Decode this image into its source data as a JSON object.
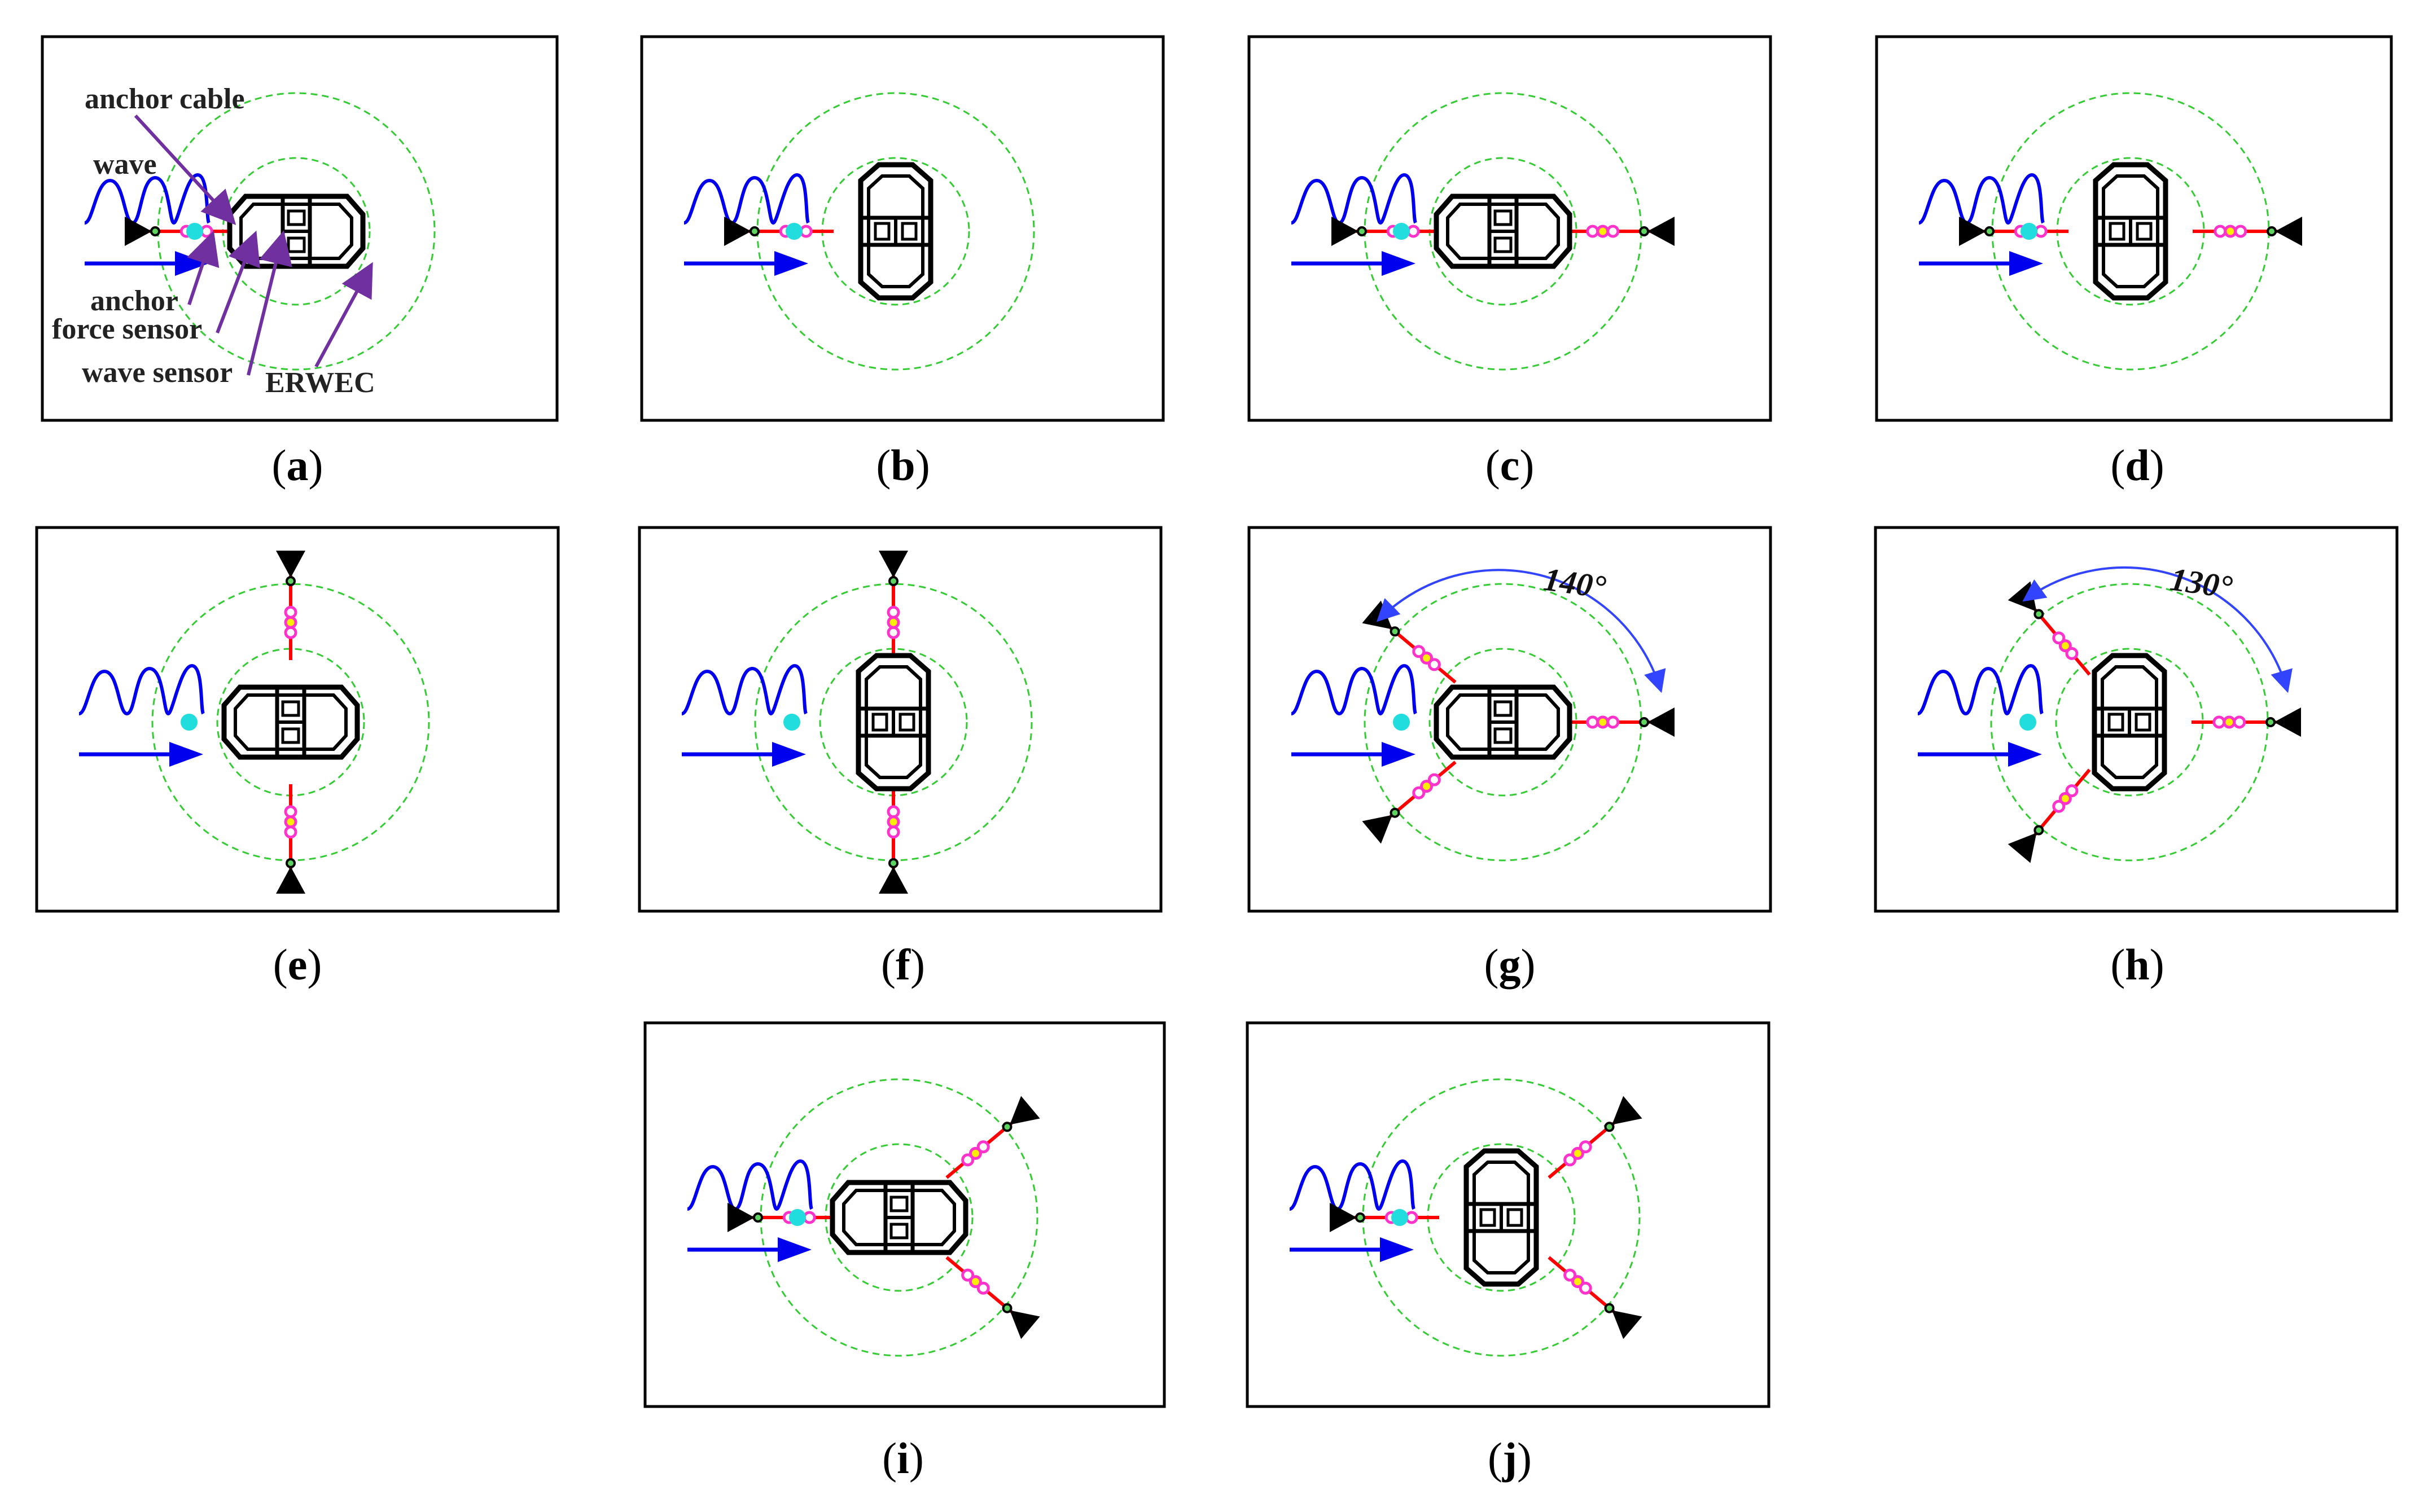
{
  "figure": {
    "panels": [
      {
        "id": "a",
        "label": "a",
        "heading": 0,
        "cables": [
          180
        ],
        "sensor": "on-cable"
      },
      {
        "id": "b",
        "label": "b",
        "heading": 90,
        "cables": [
          180
        ],
        "sensor": "on-cable"
      },
      {
        "id": "c",
        "label": "c",
        "heading": 0,
        "cables": [
          180,
          0
        ],
        "sensor": "on-cable"
      },
      {
        "id": "d",
        "label": "d",
        "heading": 90,
        "cables": [
          180,
          0
        ],
        "sensor": "on-cable"
      },
      {
        "id": "e",
        "label": "e",
        "heading": 0,
        "cables": [
          270,
          90
        ],
        "sensor": "free"
      },
      {
        "id": "f",
        "label": "f",
        "heading": 90,
        "cables": [
          270,
          90
        ],
        "sensor": "free"
      },
      {
        "id": "g",
        "label": "g",
        "heading": 0,
        "cables": [
          0,
          140,
          220
        ],
        "sensor": "free",
        "angle_text": "140°"
      },
      {
        "id": "h",
        "label": "h",
        "heading": 90,
        "cables": [
          0,
          130,
          230
        ],
        "sensor": "free",
        "angle_text": "130°"
      },
      {
        "id": "i",
        "label": "i",
        "heading": 0,
        "cables": [
          180,
          40,
          320
        ],
        "sensor": "on-cable"
      },
      {
        "id": "j",
        "label": "j",
        "heading": 90,
        "cables": [
          180,
          40,
          320
        ],
        "sensor": "on-cable"
      }
    ],
    "annotations": {
      "anchor_cable": "anchor cable",
      "wave": "wave",
      "anchor": "anchor",
      "force_sensor": "force sensor",
      "wave_sensor": "wave sensor",
      "erwec": "ERWEC"
    },
    "colors": {
      "mooring_line": "#ff0000",
      "force_sensor": "#ff33cc",
      "sensor_core": "#ffee00",
      "wave_sensor": "#22dddd",
      "range_circle": "#33cc33",
      "wave_arrow": "#0000ee",
      "annotation_arrow": "#7030a0",
      "angle_arc": "#3344ff"
    }
  }
}
